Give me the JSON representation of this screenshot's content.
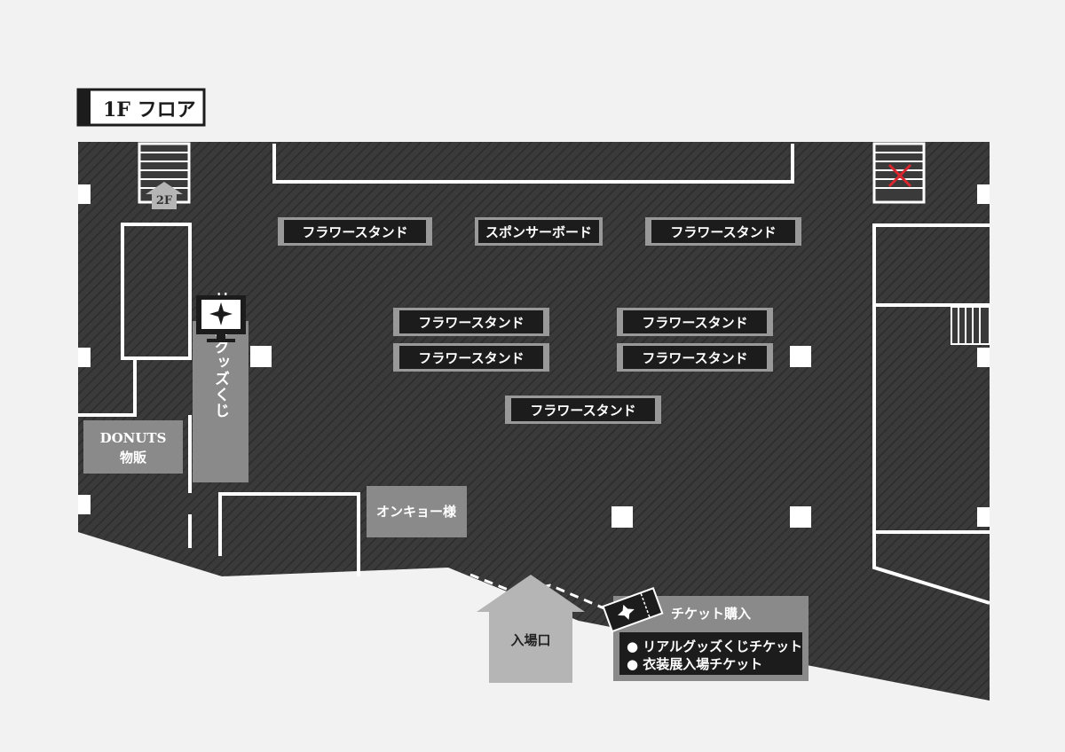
{
  "floor_title": "1F フロア",
  "stairs_label": "2F",
  "booths": {
    "flower": "フラワースタンド",
    "sponsor": "スポンサーボード"
  },
  "goods_kuji": "リアルグッズくじ",
  "donuts": {
    "line1": "DONUTS",
    "line2": "物販"
  },
  "onkyo": "オンキョー様",
  "entrance": "入場口",
  "ticket": {
    "title": "チケット購入",
    "item1": "● リアルグッズくじチケット",
    "item2": "● 衣装展入場チケット"
  },
  "colors": {
    "floor": "#3a3a3a",
    "wall": "#ffffff",
    "booth": "#1c1c1c",
    "booth_border": "#999999",
    "gray_box": "#8a8a8a",
    "closed_mark": "#d9262e"
  }
}
